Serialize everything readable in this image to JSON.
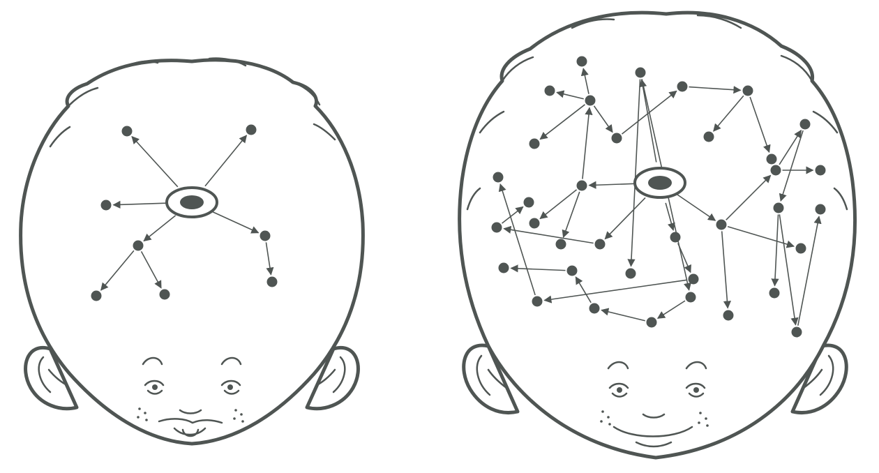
{
  "figure": {
    "colors": {
      "ink": "#4f5553",
      "background": "#ffffff"
    },
    "heads": [
      {
        "id": "sparse",
        "network": {
          "nodes": [
            "center",
            "n1",
            "n2",
            "n3",
            "n4",
            "n5",
            "n6",
            "n7",
            "n8"
          ],
          "edges": [
            [
              "center",
              "n1"
            ],
            [
              "center",
              "n2"
            ],
            [
              "center",
              "n3"
            ],
            [
              "center",
              "n4"
            ],
            [
              "center",
              "n6"
            ],
            [
              "n4",
              "n5"
            ],
            [
              "n4",
              "n7"
            ],
            [
              "n6",
              "n8"
            ]
          ]
        }
      },
      {
        "id": "dense",
        "network": {
          "nodes": [
            "center",
            "a1",
            "a2",
            "a3",
            "a4",
            "a5",
            "a6",
            "a7",
            "a8",
            "a9",
            "a10",
            "a11",
            "a12",
            "a13",
            "a14",
            "a15",
            "a16",
            "a17",
            "a18",
            "a19",
            "a20",
            "a21",
            "a22",
            "a23",
            "a24",
            "a25",
            "a26",
            "a27",
            "a28",
            "a29",
            "a30",
            "a31",
            "a32",
            "a33",
            "a34",
            "a35",
            "a36"
          ],
          "edges": [
            [
              "center",
              "a1"
            ],
            [
              "center",
              "a2"
            ],
            [
              "center",
              "a3"
            ],
            [
              "center",
              "a4"
            ],
            [
              "center",
              "a5"
            ],
            [
              "a1",
              "a6"
            ],
            [
              "a1",
              "a7"
            ],
            [
              "a1",
              "a8"
            ],
            [
              "a6",
              "a9"
            ],
            [
              "a6",
              "a10"
            ],
            [
              "a6",
              "a11"
            ],
            [
              "a6",
              "a12"
            ],
            [
              "a12",
              "a13"
            ],
            [
              "a13",
              "a14"
            ],
            [
              "a14",
              "a15"
            ],
            [
              "a14",
              "a16"
            ],
            [
              "a2",
              "a17"
            ],
            [
              "a2",
              "a18"
            ],
            [
              "a18",
              "a19"
            ],
            [
              "a19",
              "a20"
            ],
            [
              "a20",
              "a21"
            ],
            [
              "a21",
              "a22"
            ],
            [
              "a3",
              "a23"
            ],
            [
              "a3",
              "a24"
            ],
            [
              "a3",
              "a25"
            ],
            [
              "a25",
              "a26"
            ],
            [
              "a25",
              "a27"
            ],
            [
              "a27",
              "a28"
            ],
            [
              "a28",
              "a29"
            ],
            [
              "a28",
              "a30"
            ],
            [
              "a30",
              "a31"
            ],
            [
              "a4",
              "a32"
            ],
            [
              "a32",
              "a33"
            ],
            [
              "a33",
              "a34"
            ],
            [
              "a5",
              "a35"
            ],
            [
              "a35",
              "a36"
            ]
          ]
        }
      }
    ]
  }
}
